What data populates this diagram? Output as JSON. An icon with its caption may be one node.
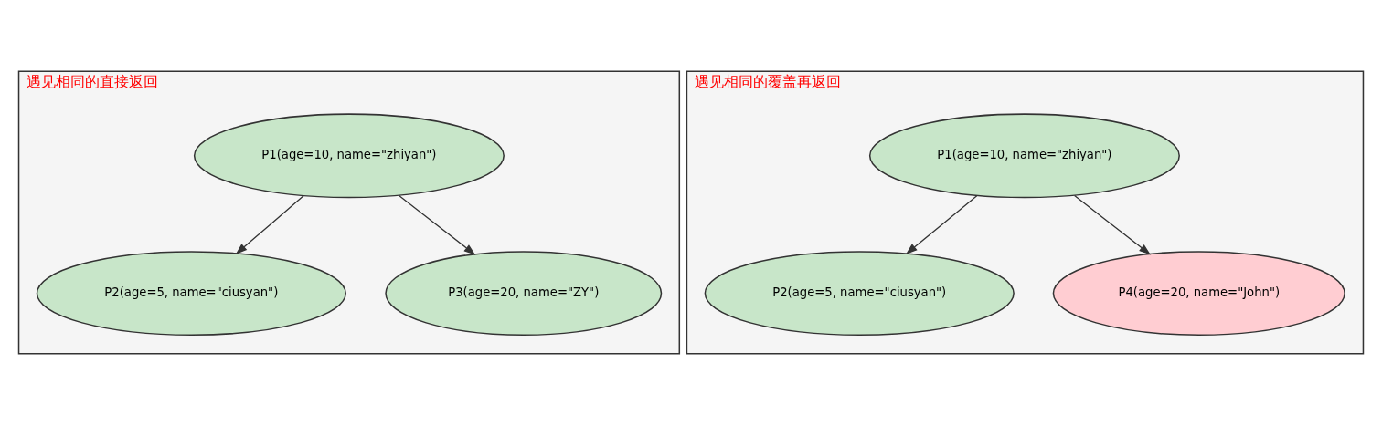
{
  "diagram": {
    "nodes": [
      {
        "text": [
          "遇见相同的直接返回"
        ]
      },
      {
        "text": [
          "P1(age=10, name=\"zhiyan\")"
        ],
        "in": 0
      },
      {
        "text": [
          "P2(age=5, name=\"ciusyan\")"
        ],
        "in": 0
      },
      {
        "text": [
          "P3(age=20, name=\"ZY\")"
        ],
        "in": 0
      },
      {
        "text": [
          "遇见相同的覆盖再返回"
        ]
      },
      {
        "text": [
          "P1(age=10, name=\"zhiyan\")"
        ],
        "in": 4
      },
      {
        "text": [
          "P2(age=5, name=\"ciusyan\")"
        ],
        "in": 4
      },
      {
        "text": [
          "P4(age=20, name=\"John\")"
        ],
        "in": 4
      }
    ],
    "edges": [
      {
        "from": 1,
        "to": 2,
        "arrow": "to"
      },
      {
        "from": 1,
        "to": 3,
        "arrow": "to"
      },
      {
        "from": 5,
        "to": 6,
        "arrow": "to"
      },
      {
        "from": 5,
        "to": 7,
        "arrow": "to"
      }
    ]
  }
}
